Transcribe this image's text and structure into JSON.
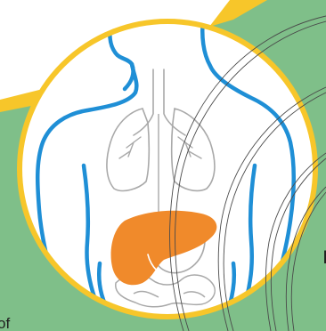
{
  "colors": {
    "background_green": "#7fbf89",
    "corner_white": "#ffffff",
    "ring_yellow": "#f7c62a",
    "body_outline_blue": "#1f8fd6",
    "organ_outline_gray": "#a9a9a9",
    "liver_orange": "#f08a2b",
    "ripple_line_dark": "#4a4a4a"
  },
  "figure": {
    "highlighted_organ": "liver",
    "body_outline": "human-torso",
    "organs_outlined": [
      "lungs",
      "trachea",
      "stomach",
      "intestines"
    ],
    "decoration": "concentric-ripple-arcs"
  },
  "cropped_text": {
    "bottom_left": "of",
    "right": "I"
  }
}
